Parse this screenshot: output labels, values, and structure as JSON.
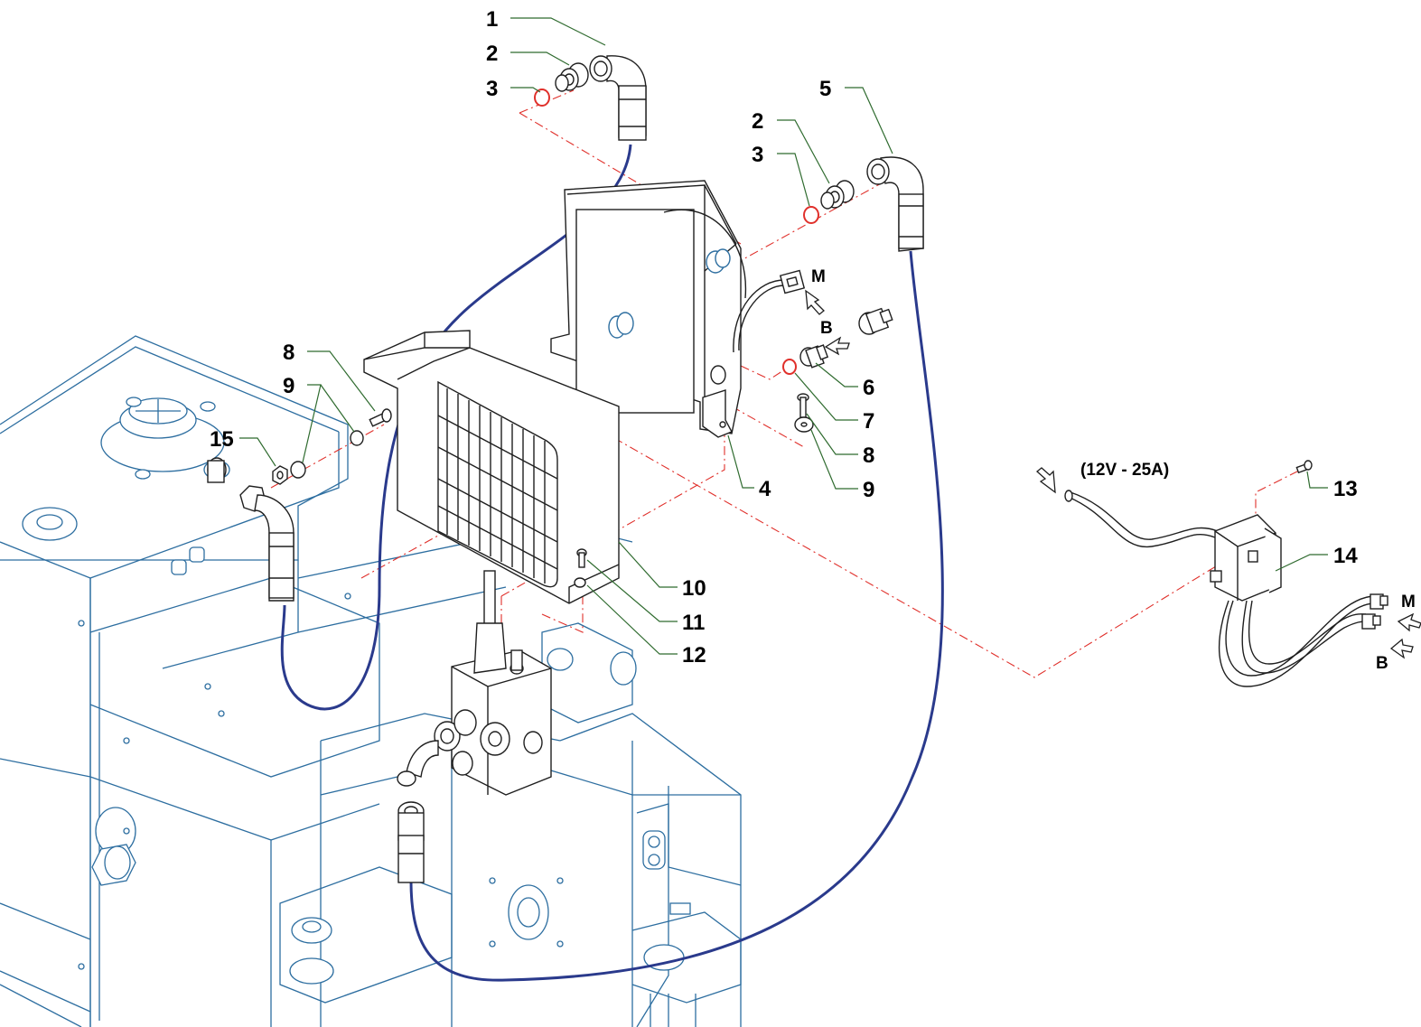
{
  "callouts": [
    {
      "id": "1",
      "label": "1"
    },
    {
      "id": "2a",
      "label": "2"
    },
    {
      "id": "3a",
      "label": "3"
    },
    {
      "id": "5",
      "label": "5"
    },
    {
      "id": "2b",
      "label": "2"
    },
    {
      "id": "3b",
      "label": "3"
    },
    {
      "id": "8a",
      "label": "8"
    },
    {
      "id": "9a",
      "label": "9"
    },
    {
      "id": "15",
      "label": "15"
    },
    {
      "id": "6",
      "label": "6"
    },
    {
      "id": "7",
      "label": "7"
    },
    {
      "id": "8b",
      "label": "8"
    },
    {
      "id": "4",
      "label": "4"
    },
    {
      "id": "9b",
      "label": "9"
    },
    {
      "id": "10",
      "label": "10"
    },
    {
      "id": "11",
      "label": "11"
    },
    {
      "id": "12",
      "label": "12"
    },
    {
      "id": "13",
      "label": "13"
    },
    {
      "id": "14",
      "label": "14"
    }
  ],
  "connector_labels": {
    "m_fan": "M",
    "b_sensor": "B",
    "m_relay": "M",
    "b_relay": "B"
  },
  "power_label": "(12V - 25A)"
}
